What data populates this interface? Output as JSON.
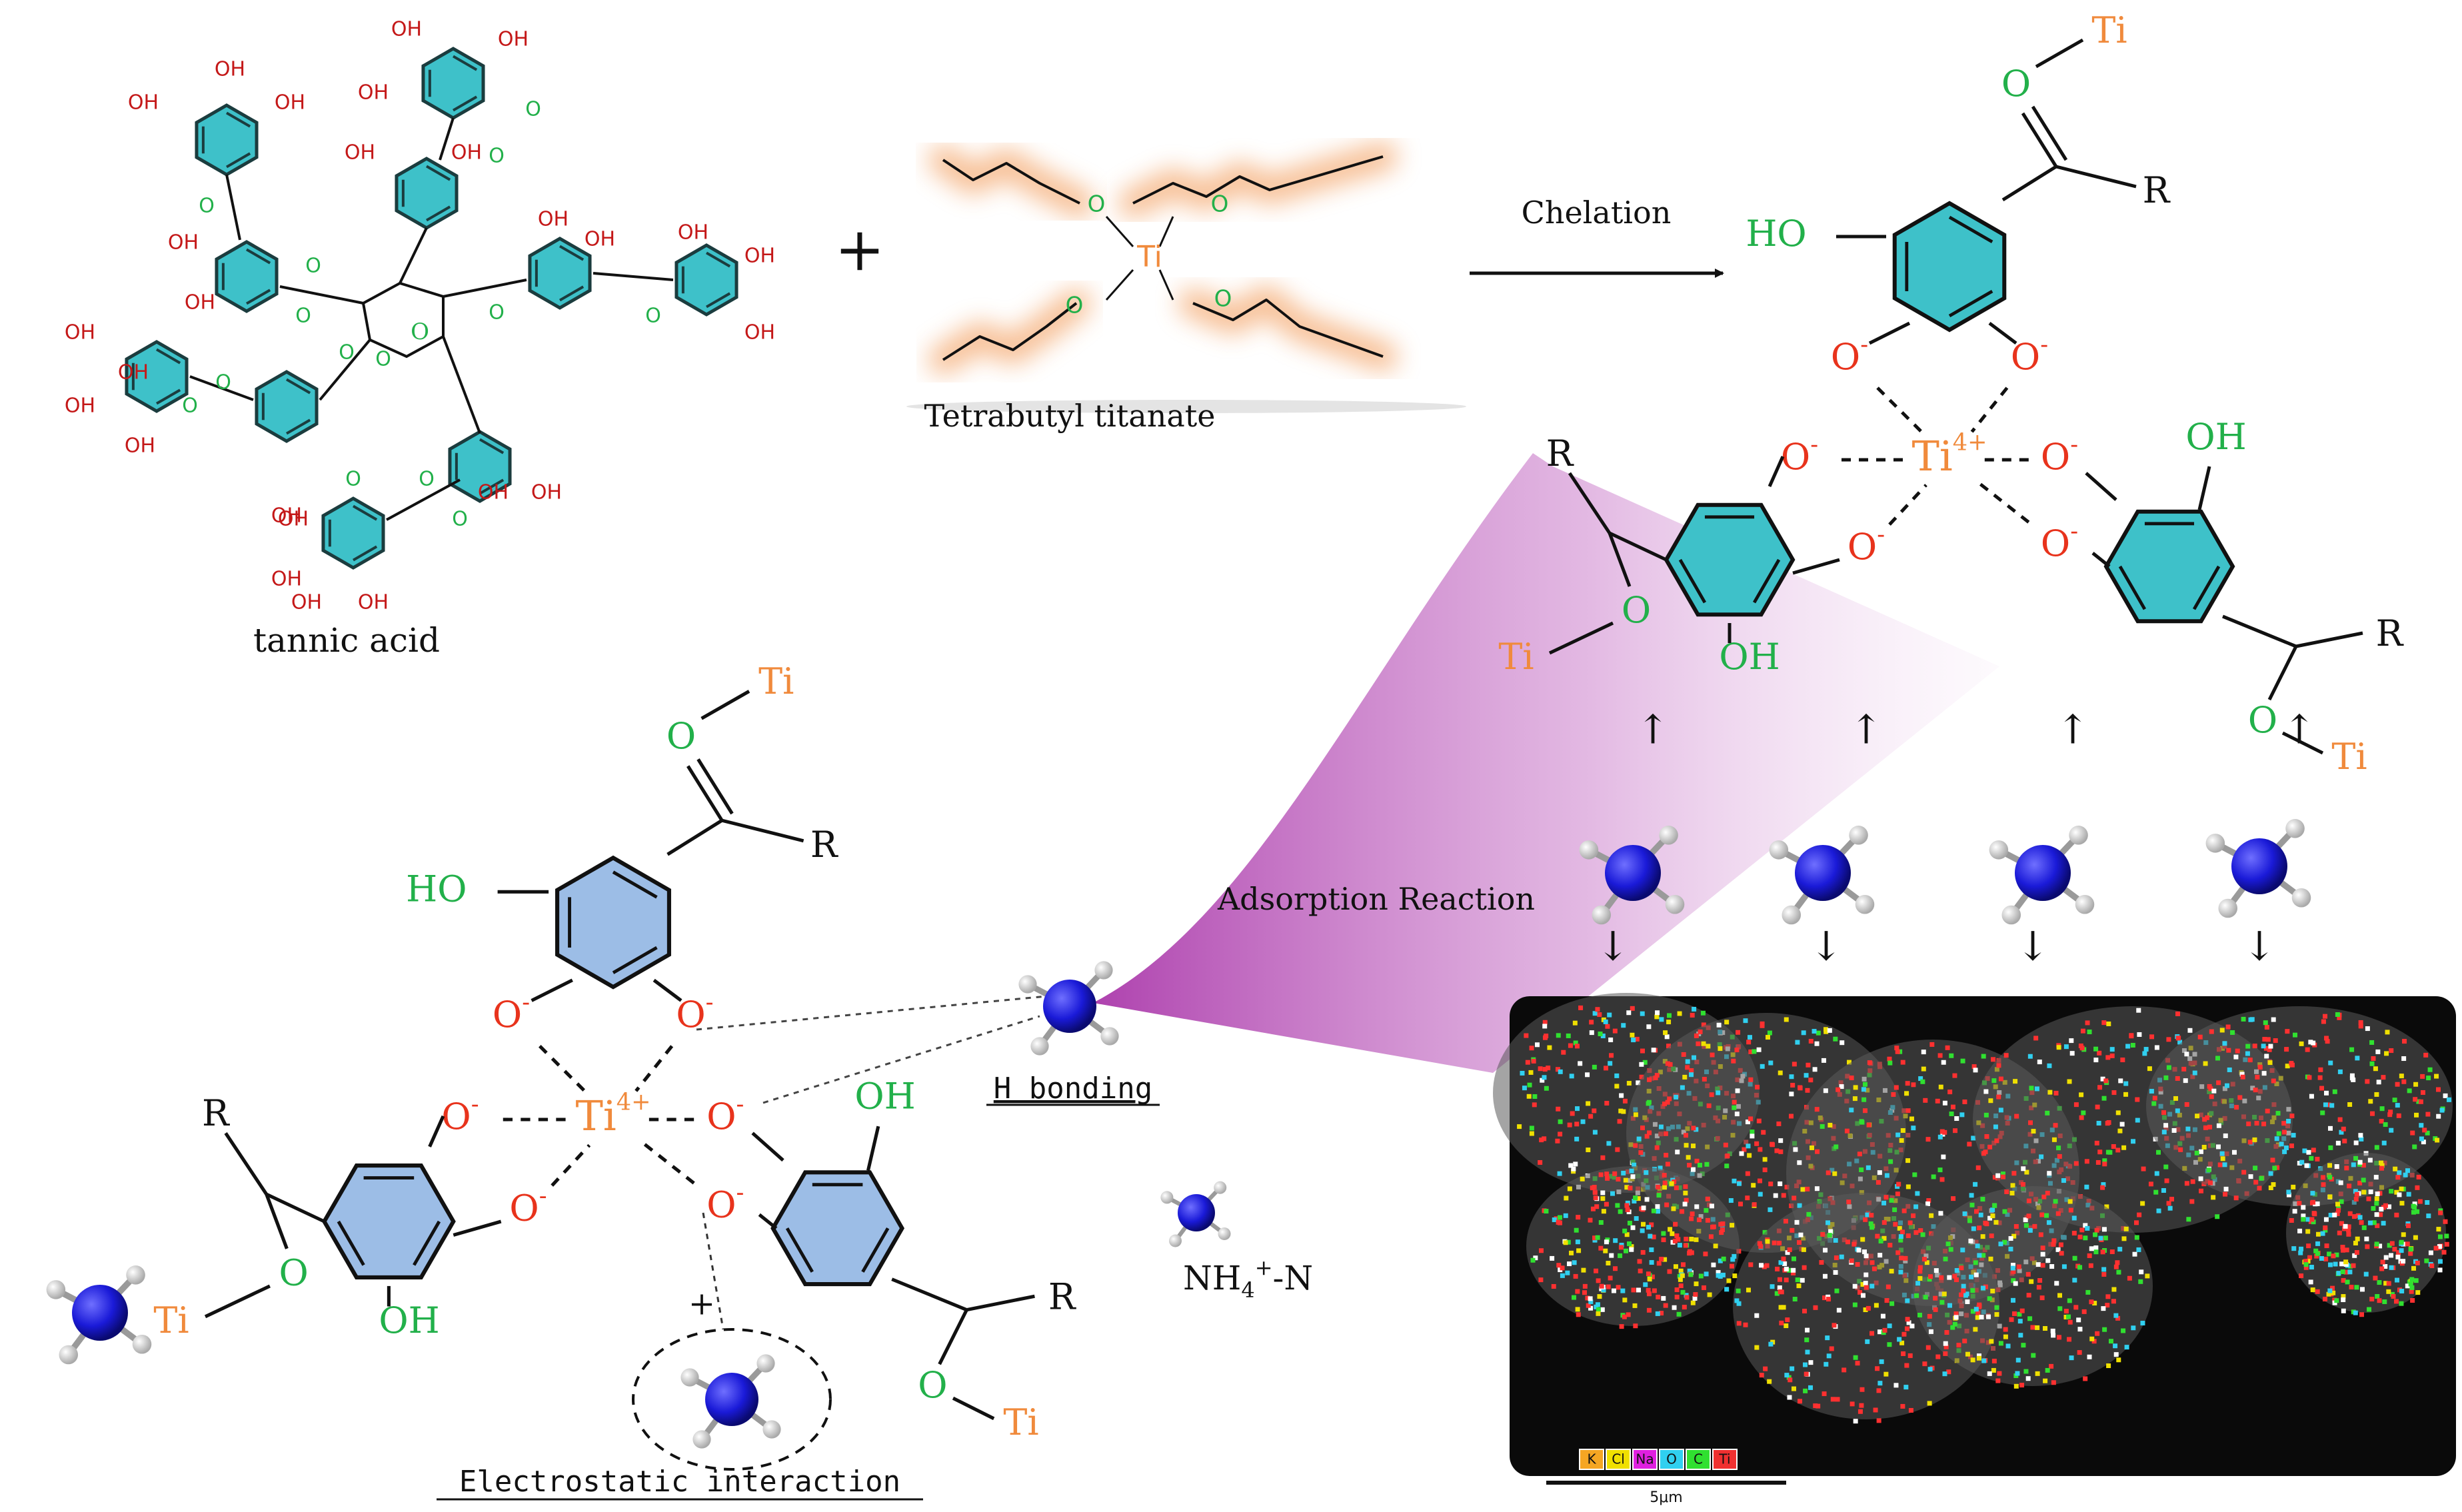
{
  "colors": {
    "oxygen_green": "#22b04a",
    "oxygen_red": "#e8331c",
    "hydroxyl_red": "#c41818",
    "titanium_orange": "#f08a3c",
    "ring_teal": "#3ec1c9",
    "ring_blue": "#9cbde6",
    "nitrogen_blue": "#1a1ad8",
    "adsorption_purple": "#a020a0"
  },
  "tannic": {
    "label": "tannic acid",
    "hydroxyl": "OH",
    "carbonyl_o": "O",
    "ester_o": "O",
    "ring_o": "O"
  },
  "plus": "+",
  "titanate": {
    "label": "Tetrabutyl titanate",
    "center": "Ti",
    "o": "O"
  },
  "chelation": {
    "label": "Chelation"
  },
  "top_complex": {
    "ti": "Ti",
    "ti_charge": "4+",
    "o_minus": "O",
    "minus": "-",
    "oh": "OH",
    "ho": "HO",
    "r": "R",
    "ti_end": "Ti",
    "o_carbonyl": "O"
  },
  "adsorption": {
    "label": "Adsorption Reaction"
  },
  "bottom_complex": {
    "ti": "Ti",
    "ti_charge": "4+",
    "o_minus": "O",
    "minus": "-",
    "oh": "OH",
    "ho": "HO",
    "r": "R",
    "ti_end": "Ti",
    "o_carbonyl": "O"
  },
  "h_bonding": {
    "label": "H bonding"
  },
  "electrostatic": {
    "label": "Electrostatic interaction",
    "plus": "+"
  },
  "ammonium": {
    "label_main": "NH",
    "label_sub": "4",
    "label_sup": "+",
    "label_tail": "-N"
  },
  "arrows": {
    "up": "↑",
    "down": "↓"
  },
  "sem": {
    "legend": [
      "K",
      "Cl",
      "Na",
      "O",
      "C",
      "Ti"
    ],
    "legend_colors": [
      "#f5a623",
      "#f0e000",
      "#e020e0",
      "#30d0f0",
      "#30e030",
      "#f03030"
    ],
    "scale": "5μm"
  }
}
